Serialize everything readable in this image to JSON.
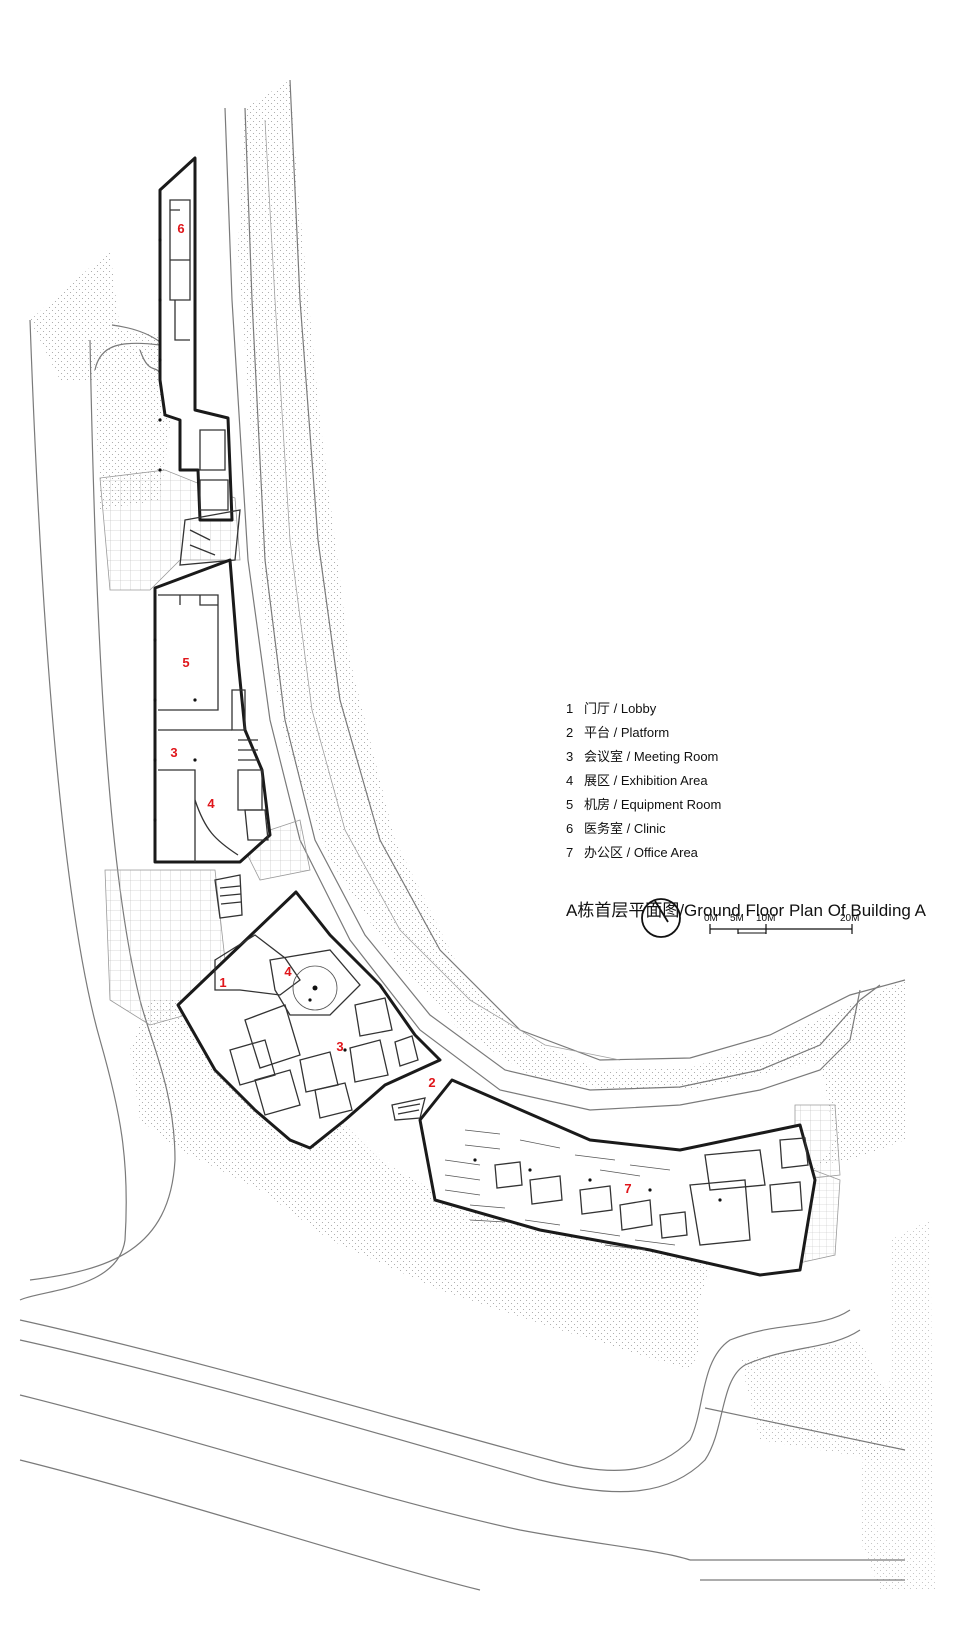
{
  "legend": [
    {
      "num": "1",
      "label": "门厅 / Lobby"
    },
    {
      "num": "2",
      "label": "平台 / Platform"
    },
    {
      "num": "3",
      "label": "会议室 / Meeting Room"
    },
    {
      "num": "4",
      "label": "展区 / Exhibition Area"
    },
    {
      "num": "5",
      "label": "机房 / Equipment Room"
    },
    {
      "num": "6",
      "label": "医务室 / Clinic"
    },
    {
      "num": "7",
      "label": "办公区 / Office Area"
    }
  ],
  "title": "A栋首层平面图/Ground Floor Plan Of Building A",
  "scale_bar": {
    "labels": [
      "0M",
      "5M",
      "10M",
      "20M"
    ]
  },
  "room_labels": [
    "6",
    "5",
    "3",
    "4",
    "1",
    "4",
    "3",
    "2",
    "7"
  ],
  "colors": {
    "room_label": "#e0161b",
    "wall": "#1a1a1a",
    "road": "#7a7a7a"
  },
  "icons": [
    "north-arrow-icon"
  ]
}
